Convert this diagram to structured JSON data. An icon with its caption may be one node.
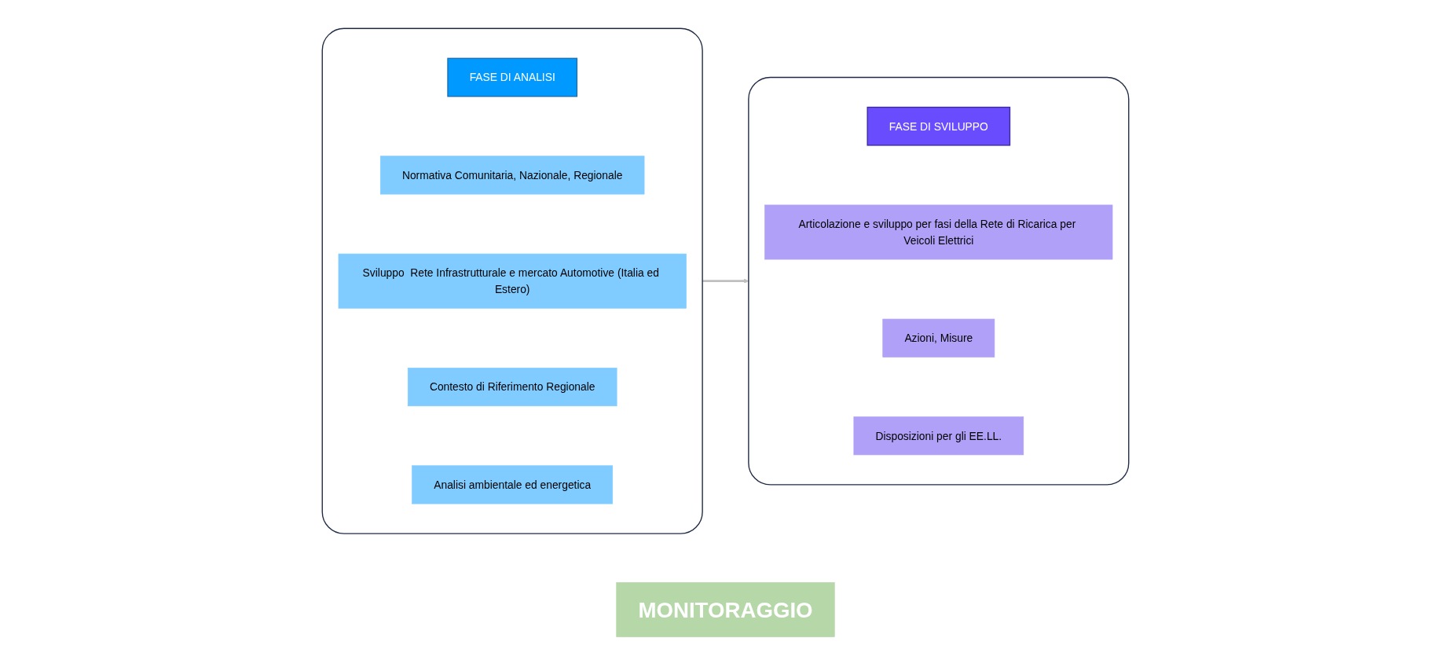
{
  "diagram": {
    "nodes": [
      {
        "text": [],
        "shape": "box"
      },
      {
        "text": [
          "FASE DI ANALISI"
        ],
        "in": 0
      },
      {
        "text": [
          "Normativa Comunitaria, Nazionale, Regionale"
        ],
        "in": 0
      },
      {
        "text": [
          "Sviluppo  Rete Infrastrutturale e mercato Automotive (Italia ed Estero)"
        ],
        "in": 0
      },
      {
        "text": [
          "Contesto di Riferimento Regionale"
        ],
        "in": 0
      },
      {
        "text": [
          "Analisi ambientale ed energetica"
        ],
        "in": 0
      },
      {
        "text": [],
        "shape": "box"
      },
      {
        "text": [
          "FASE DI SVILUPPO"
        ],
        "in": 6
      },
      {
        "text": [
          "Articolazione e sviluppo per fasi della Rete di Ricarica per Veicoli Elettrici"
        ],
        "in": 6
      },
      {
        "text": [
          "Azioni, Misure"
        ],
        "in": 6
      },
      {
        "text": [
          "Disposizioni per gli EE.LL."
        ],
        "in": 6
      },
      {
        "text": [
          "MONITORAGGIO"
        ]
      }
    ],
    "edges": [
      {
        "from": 0,
        "to": 6,
        "arrow": "to"
      }
    ]
  }
}
